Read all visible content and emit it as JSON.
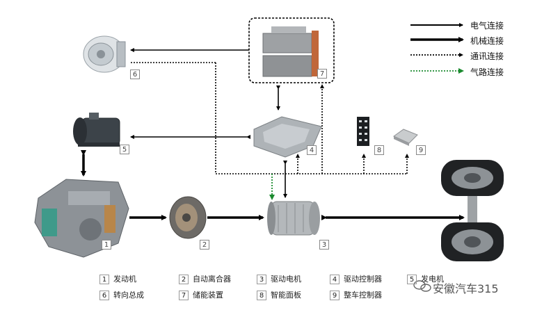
{
  "legend": [
    {
      "label": "电气连接",
      "style": "thick-solid",
      "color": "#000000"
    },
    {
      "label": "机械连接",
      "style": "thick-solid",
      "color": "#000000"
    },
    {
      "label": "通讯连接",
      "style": "dotted",
      "color": "#000000"
    },
    {
      "label": "气路连接",
      "style": "dotted",
      "color": "#1a8a2e"
    }
  ],
  "component_badges": [
    "1",
    "2",
    "3",
    "4",
    "5",
    "6",
    "7",
    "8",
    "9"
  ],
  "key": [
    {
      "num": "1",
      "label": "发动机"
    },
    {
      "num": "2",
      "label": "自动离合器"
    },
    {
      "num": "3",
      "label": "驱动电机"
    },
    {
      "num": "4",
      "label": "驱动控制器"
    },
    {
      "num": "5",
      "label": "发电机"
    },
    {
      "num": "6",
      "label": "转向总成"
    },
    {
      "num": "7",
      "label": "储能装置"
    },
    {
      "num": "8",
      "label": "智能面板"
    },
    {
      "num": "9",
      "label": "整车控制器"
    }
  ],
  "watermark": "安徽汽车315",
  "colors": {
    "air_line": "#1a8a2e",
    "line": "#000000"
  }
}
